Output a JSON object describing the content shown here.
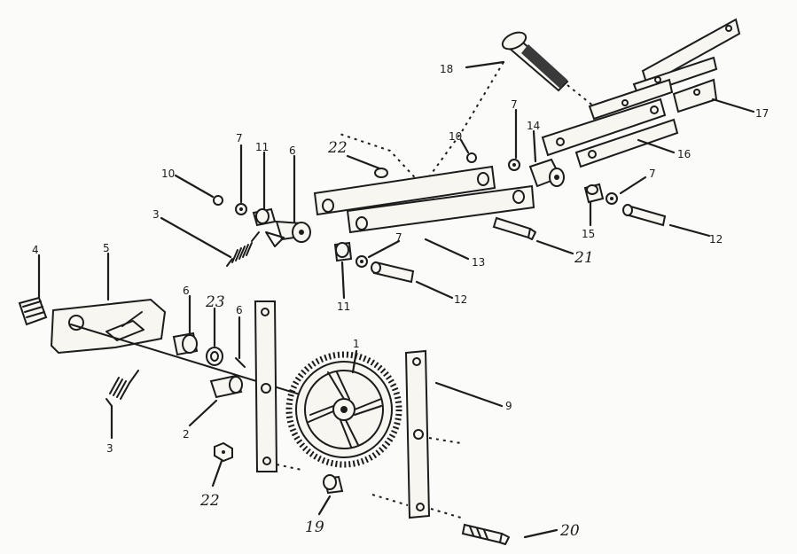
{
  "diagram": {
    "labels": {
      "p1": "1",
      "p2": "2",
      "p3a": "3",
      "p3b": "3",
      "p4": "4",
      "p5": "5",
      "p6a": "6",
      "p6b": "6",
      "p6c": "6",
      "p7a": "7",
      "p7b": "7",
      "p7c": "7",
      "p7d": "7",
      "p9": "9",
      "p10a": "10",
      "p10b": "10",
      "p11a": "11",
      "p11b": "11",
      "p12a": "12",
      "p12b": "12",
      "p13": "13",
      "p14": "14",
      "p15": "15",
      "p16": "16",
      "p17": "17",
      "p18": "18",
      "p19": "19",
      "p20": "20",
      "p21": "21",
      "p22a": "22",
      "p22b": "22",
      "p23": "23"
    }
  }
}
